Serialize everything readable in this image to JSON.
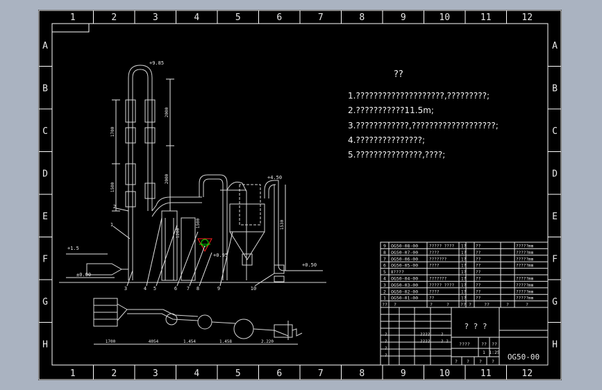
{
  "colors": {
    "window_bg": "#aab3c1",
    "sheet_bg": "#000000",
    "line": "#ffffff",
    "pipe": "#d8d8d8",
    "dimension": "#e6e6e6",
    "highlight_red": "#ff2020",
    "highlight_green": "#00e000"
  },
  "border": {
    "columns": [
      "1",
      "2",
      "3",
      "4",
      "5",
      "6",
      "7",
      "8",
      "9",
      "10",
      "11",
      "12"
    ],
    "rows": [
      "A",
      "B",
      "C",
      "D",
      "E",
      "F",
      "G",
      "H"
    ]
  },
  "notes": {
    "title": "??",
    "lines": [
      "1.????????????????????,?????????;",
      "2.???????????11.5m;",
      "3.????????????,???????????????????;",
      "4.???????????????;",
      "5.???????????????,????;"
    ]
  },
  "elevations": {
    "top": "+9.85",
    "right_top": "+4.50",
    "left_level": "+1.5",
    "mid_level": "+0.95",
    "right_low": "+0.50",
    "left_low": "±0.00"
  },
  "dimensions": {
    "vertical": [
      "2000",
      "2000",
      "1700",
      "1500",
      "1200",
      "1530",
      "1500"
    ],
    "plan": [
      "1700",
      "4054",
      "1.454",
      "1.458",
      "2.220"
    ]
  },
  "callouts": [
    "1",
    "2",
    "3",
    "4",
    "5",
    "6",
    "7",
    "8",
    "9",
    "10"
  ],
  "parts_list": [
    {
      "no": "9",
      "code": "OG50-08-00",
      "name": "????? ????",
      "qty": "1?",
      "mat": "??",
      "note": "?????mm"
    },
    {
      "no": "8",
      "code": "OG50-07-00",
      "name": "????",
      "qty": "1?",
      "mat": "??",
      "note": "?????mm"
    },
    {
      "no": "7",
      "code": "OG50-06-00",
      "name": "???????",
      "qty": "1?",
      "mat": "??",
      "note": "?????mm"
    },
    {
      "no": "6",
      "code": "OG50-05-00",
      "name": "????",
      "qty": "1?",
      "mat": "??",
      "note": "?????mm"
    },
    {
      "no": "5",
      "code": "Ⅱ????",
      "name": "",
      "qty": "1?",
      "mat": "??",
      "note": ""
    },
    {
      "no": "4",
      "code": "OG50-04-00",
      "name": "???????",
      "qty": "1?",
      "mat": "??",
      "note": "?????mm"
    },
    {
      "no": "3",
      "code": "OG50-03-00",
      "name": "????? ????",
      "qty": "1?",
      "mat": "??",
      "note": "?????mm"
    },
    {
      "no": "2",
      "code": "OG50-02-00",
      "name": "????",
      "qty": "1?",
      "mat": "??",
      "note": "?????mm"
    },
    {
      "no": "1",
      "code": "OG50-01-00",
      "name": "??",
      "qty": "1?",
      "mat": "??",
      "note": "?????mm"
    }
  ],
  "parts_header": [
    "??",
    "?",
    "?",
    "?",
    "??",
    "?",
    "??",
    "?",
    "?"
  ],
  "title_block": {
    "name": "? ? ?",
    "code": "OG50-00",
    "scale_row": [
      "????",
      "??",
      "??"
    ],
    "scale_val": [
      "1",
      "1:25"
    ],
    "sheet_row": [
      "?",
      "?",
      "?",
      "?"
    ],
    "small": [
      "?",
      "?",
      "????",
      "?",
      "?",
      "?",
      "????",
      "? ?"
    ]
  }
}
